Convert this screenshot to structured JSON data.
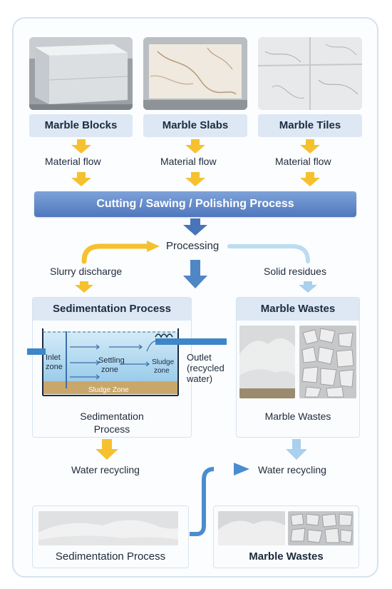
{
  "products": {
    "blocks": "Marble Blocks",
    "slabs": "Marble Slabs",
    "tiles": "Marble Tiles"
  },
  "material_flow": [
    "Material flow",
    "Material flow",
    "Material flow"
  ],
  "process_banner": "Cutting / Sawing / Polishing Process",
  "processing": "Processing",
  "slurry_discharge": "Slurry discharge",
  "solid_residues": "Solid residues",
  "sedimentation_panel": {
    "title": "Sedimentation Process",
    "caption_line1": "Sedimentation",
    "caption_line2": "Process",
    "tank": {
      "inlet_line1": "Inlet",
      "inlet_line2": "zone",
      "settling_line1": "Settling",
      "settling_line2": "zone",
      "sludge_line1": "Sludge",
      "sludge_line2": "zone",
      "sludge_zone": "Sludge Zone",
      "outlet_line1": "Outlet",
      "outlet_line2": "(recycled",
      "outlet_line3": "water)"
    }
  },
  "wastes_panel": {
    "title": "Marble Wastes",
    "caption": "Marble Wastes"
  },
  "water_recycling_left": "Water recycling",
  "water_recycling_right": "Water recycling",
  "bottom_left_caption": "Sedimentation Process",
  "bottom_right_caption": "Marble Wastes",
  "colors": {
    "yellow_arrow": "#f5c12e",
    "blue_arrow": "#4a7fc0",
    "light_blue_arrow": "#a9d0ec",
    "banner": "#5b82c4"
  }
}
